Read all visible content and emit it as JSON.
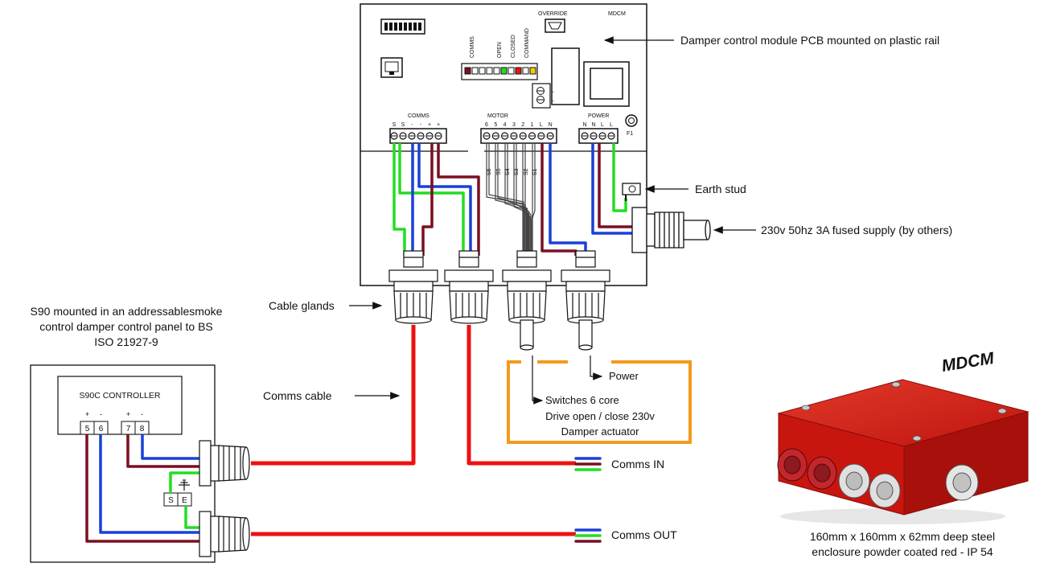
{
  "module": {
    "override": "OVERRIDE",
    "brand": "MDCM",
    "leds": [
      "COMMS",
      "OPEN",
      "CLOSED",
      "COMMAND"
    ],
    "relay_terminals": [
      "L",
      "L"
    ],
    "fuse": "F1",
    "comms_block": {
      "title": "COMMS",
      "pins": [
        "S",
        "S",
        "-",
        "-",
        "+",
        "+"
      ]
    },
    "motor_block": {
      "title": "MOTOR",
      "pins": [
        "6",
        "5",
        "4",
        "3",
        "2",
        "1",
        "L",
        "N"
      ]
    },
    "power_block": {
      "title": "POWER",
      "pins": [
        "N",
        "N",
        "L",
        "L"
      ]
    },
    "switch_wires": [
      "S6",
      "S5",
      "S4",
      "S3",
      "S2",
      "S1"
    ]
  },
  "controller": {
    "title": "S90C CONTROLLER",
    "terminals": [
      "5",
      "6",
      "7",
      "8"
    ],
    "polarity": [
      "+",
      "-",
      "+",
      "-"
    ],
    "se": [
      "S",
      "E"
    ]
  },
  "annotations": {
    "pcb": "Damper control module PCB mounted on plastic rail",
    "earth": "Earth stud",
    "supply": "230v 50hz 3A fused supply (by others)",
    "glands": "Cable glands",
    "panel_note": [
      "S90 mounted in an addressablesmoke",
      "control damper control panel to BS",
      "ISO 21927-9"
    ],
    "comms_cable": "Comms cable",
    "comms_in": "Comms IN",
    "comms_out": "Comms OUT",
    "power": "Power",
    "switches": "Switches 6 core",
    "drive": [
      "Drive open / close 230v",
      "Damper actuator"
    ]
  },
  "product": {
    "name": "MDCM",
    "caption": [
      "160mm x 160mm x 62mm deep steel",
      "enclosure powder coated red - IP 54"
    ]
  },
  "colors": {
    "green": "#22dd22",
    "blue": "#1a40d8",
    "maroon": "#7a0f22",
    "red": "#ee1111",
    "orange": "#f39a1e",
    "box_red": "#d61a1a"
  }
}
